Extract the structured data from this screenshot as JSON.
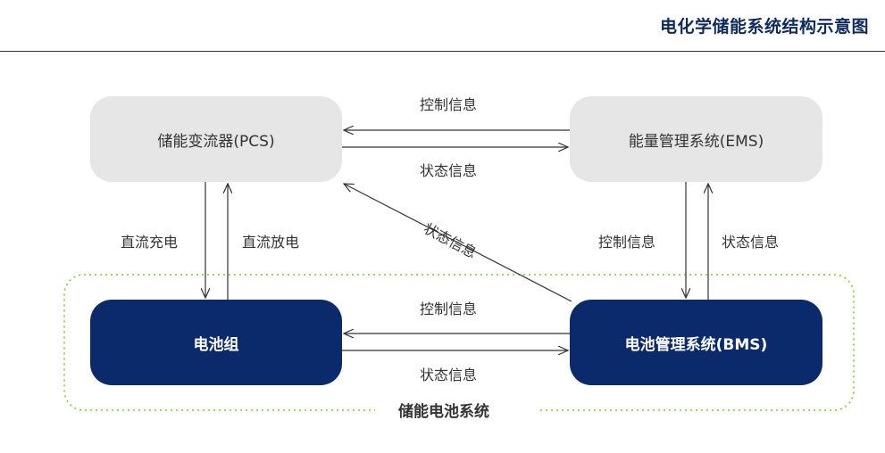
{
  "header": {
    "title": "电化学储能系统结构示意图"
  },
  "nodes": {
    "pcs": "储能变流器(PCS)",
    "ems": "能量管理系统(EMS)",
    "battery_pack": "电池组",
    "bms": "电池管理系统(BMS)"
  },
  "edge_labels": {
    "ems_to_pcs": "控制信息",
    "pcs_to_ems": "状态信息",
    "bms_to_pcs": "状态信息",
    "pcs_to_pack": "直流充电",
    "pack_to_pcs": "直流放电",
    "ems_to_bms": "控制信息",
    "bms_to_ems": "状态信息",
    "bms_to_pack": "控制信息",
    "pack_to_bms": "状态信息"
  },
  "group": {
    "label": "储能电池系统",
    "border_color": "#7dc832"
  },
  "colors": {
    "dark_node": "#0b2a6b",
    "light_node": "#e6e6e6",
    "title": "#0f2a5c"
  }
}
